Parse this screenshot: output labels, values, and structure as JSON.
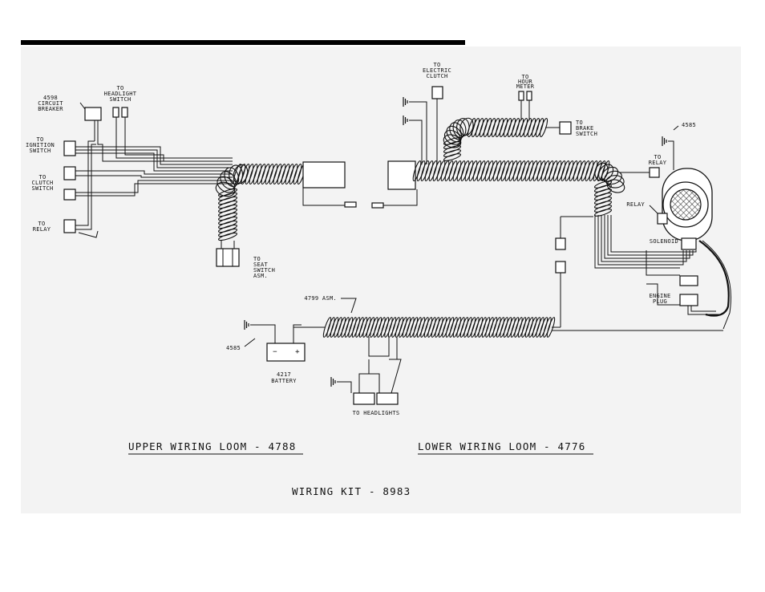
{
  "labels": {
    "circuit_breaker": [
      "4598",
      "CIRCUIT",
      "BREAKER"
    ],
    "headlight_switch": [
      "TO",
      "HEADLIGHT",
      "SWITCH"
    ],
    "ignition_switch": [
      "TO",
      "IGNITION",
      "SWITCH"
    ],
    "clutch_switch": [
      "TO",
      "CLUTCH",
      "SWITCH"
    ],
    "relay_left": [
      "TO",
      "RELAY"
    ],
    "seat_switch": [
      "TO",
      "SEAT",
      "SWITCH",
      "ASM."
    ],
    "electric_clutch": [
      "TO",
      "ELECTRIC",
      "CLUTCH"
    ],
    "hour_meter": [
      "TO",
      "HOUR",
      "METER"
    ],
    "brake_switch": [
      "TO",
      "BRAKE",
      "SWITCH"
    ],
    "ground_right": "4585",
    "relay_right_to": [
      "TO",
      "RELAY"
    ],
    "relay": "RELAY",
    "solenoid": "SOLENOID",
    "engine_plug": [
      "ENGINE",
      "PLUG"
    ],
    "asm": "4799 ASM.",
    "ground_left": "4585",
    "battery": [
      "4217",
      "BATTERY"
    ],
    "battery_minus": "−",
    "battery_plus": "+",
    "headlights": "TO HEADLIGHTS"
  },
  "titles": {
    "upper": "UPPER WIRING LOOM - 4788",
    "lower": "LOWER WIRING LOOM - 4776",
    "kit": "WIRING KIT - 8983"
  }
}
